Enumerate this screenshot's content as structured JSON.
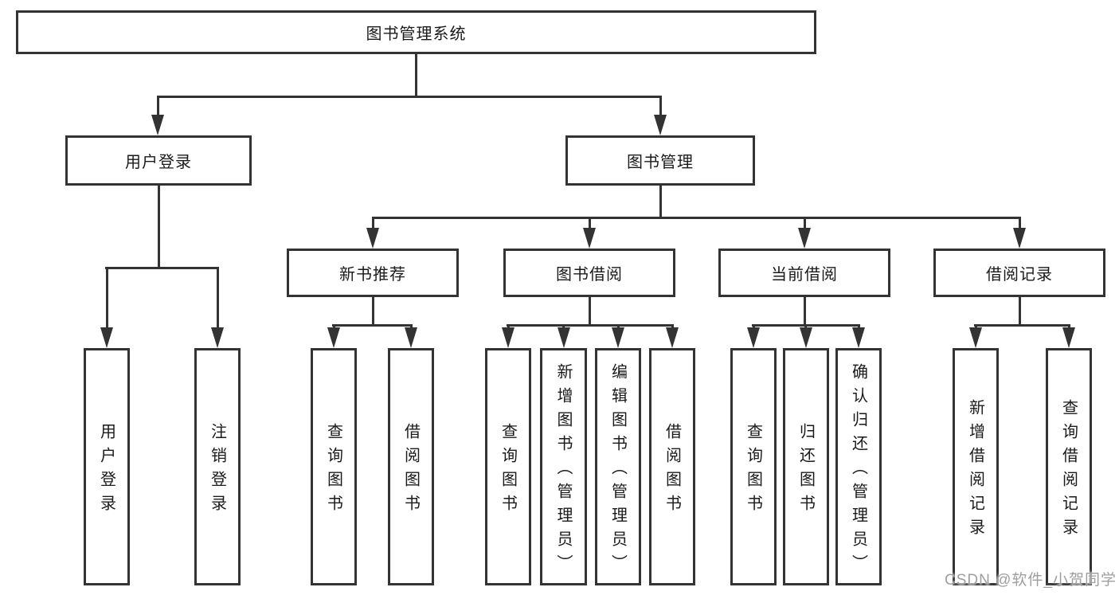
{
  "root": {
    "label": "图书管理系统"
  },
  "level2": {
    "user_login": {
      "label": "用户登录"
    },
    "book_management": {
      "label": "图书管理"
    }
  },
  "level3": {
    "new_book_recommend": {
      "label": "新书推荐"
    },
    "book_borrowing": {
      "label": "图书借阅"
    },
    "current_borrowing": {
      "label": "当前借阅"
    },
    "borrowing_records": {
      "label": "借阅记录"
    }
  },
  "leaves": {
    "user_login": {
      "login": "用户登录",
      "logout": "注销登录"
    },
    "new_book_recommend": {
      "query": "查询图书",
      "borrow": "借阅图书"
    },
    "book_borrowing": {
      "query": "查询图书",
      "add": "新增图书（管理员）",
      "edit": "编辑图书（管理员）",
      "borrow": "借阅图书"
    },
    "current_borrowing": {
      "query": "查询图书",
      "return": "归还图书",
      "confirm": "确认归还（管理员）"
    },
    "borrowing_records": {
      "add": "新增借阅记录",
      "query": "查询借阅记录"
    }
  },
  "watermark": {
    "text": "CSDN @软件_小贺同学"
  },
  "colors": {
    "line": "#333333",
    "text": "#1a1a1a",
    "watermark": "#9e9e9e",
    "background": "#ffffff"
  }
}
